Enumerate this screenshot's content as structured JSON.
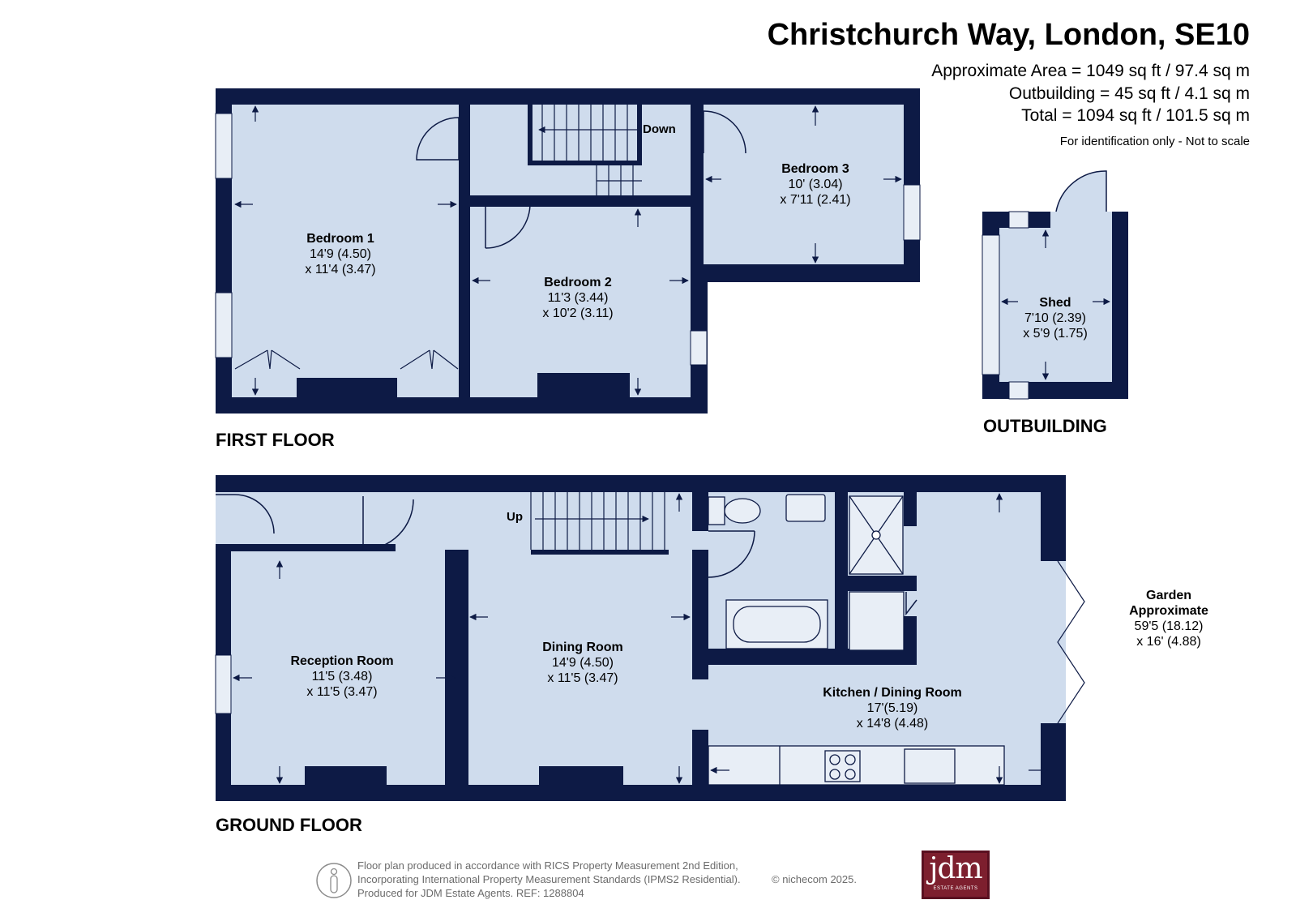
{
  "header": {
    "title": "Christchurch Way, London, SE10",
    "approx_area": "Approximate Area = 1049 sq ft / 97.4 sq m",
    "outbuilding_area": "Outbuilding = 45 sq ft / 4.1 sq m",
    "total_area": "Total = 1094 sq ft / 101.5 sq m",
    "note": "For identification only - Not to scale"
  },
  "floors": {
    "first": "FIRST FLOOR",
    "ground": "GROUND FLOOR",
    "outbuilding": "OUTBUILDING"
  },
  "stairs": {
    "down": "Down",
    "up": "Up"
  },
  "rooms": {
    "bedroom1": {
      "name": "Bedroom 1",
      "dim1": "14'9 (4.50)",
      "dim2": "x 11'4 (3.47)"
    },
    "bedroom2": {
      "name": "Bedroom 2",
      "dim1": "11'3 (3.44)",
      "dim2": "x 10'2 (3.11)"
    },
    "bedroom3": {
      "name": "Bedroom 3",
      "dim1": "10' (3.04)",
      "dim2": "x 7'11 (2.41)"
    },
    "shed": {
      "name": "Shed",
      "dim1": "7'10 (2.39)",
      "dim2": "x 5'9 (1.75)"
    },
    "reception": {
      "name": "Reception Room",
      "dim1": "11'5 (3.48)",
      "dim2": "x 11'5 (3.47)"
    },
    "dining": {
      "name": "Dining Room",
      "dim1": "14'9 (4.50)",
      "dim2": "x 11'5 (3.47)"
    },
    "kitchen": {
      "name": "Kitchen / Dining Room",
      "dim1": "17'(5.19)",
      "dim2": "x 14'8 (4.48)"
    },
    "garden": {
      "name": "Garden",
      "name2": "Approximate",
      "dim1": "59'5 (18.12)",
      "dim2": "x 16' (4.88)"
    }
  },
  "footer": {
    "line1": "Floor plan produced in accordance with RICS Property Measurement 2nd Edition,",
    "line2": "Incorporating International Property Measurement Standards (IPMS2 Residential).",
    "line3": "Produced for JDM Estate Agents.   REF:  1288804",
    "copyright": "© nichecom 2025.",
    "logo_text": "jdm",
    "logo_sub": "ESTATE AGENTS"
  },
  "colors": {
    "wall": "#0d1a45",
    "floor": "#cfdced",
    "window": "#e8eef6",
    "logo": "#7d1f2e"
  }
}
